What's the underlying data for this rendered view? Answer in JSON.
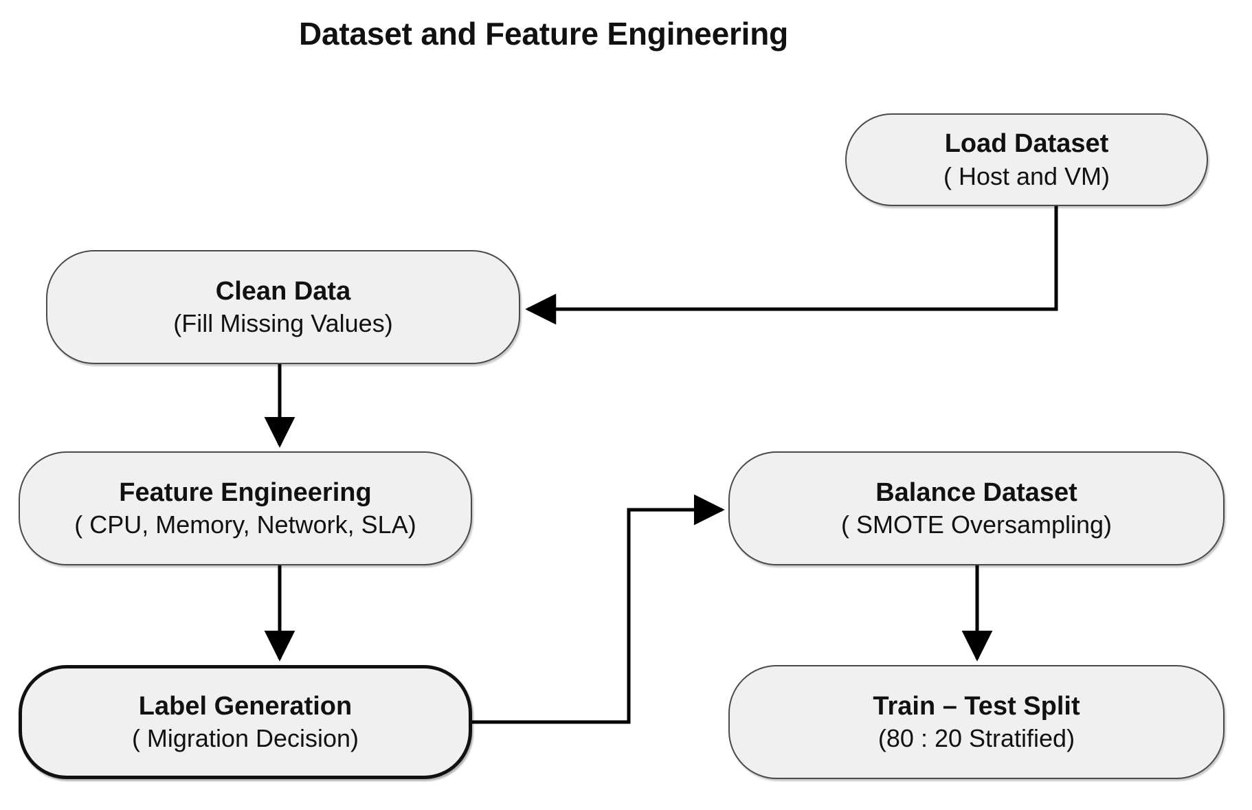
{
  "diagram": {
    "title": "Dataset and Feature Engineering",
    "background_color": "#ffffff",
    "node_fill_color": "#f0f0f0",
    "node_border_color": "#4a4a4a",
    "emphasis_border_color": "#111111",
    "edge_color": "#000000",
    "nodes": [
      {
        "id": "load-dataset",
        "title": "Load Dataset",
        "subtitle": "( Host and VM)",
        "emphasized": false
      },
      {
        "id": "clean-data",
        "title": "Clean Data",
        "subtitle": "(Fill Missing Values)",
        "emphasized": false
      },
      {
        "id": "feature-engineering",
        "title": "Feature Engineering",
        "subtitle": "( CPU, Memory, Network, SLA)",
        "emphasized": false
      },
      {
        "id": "label-generation",
        "title": "Label Generation",
        "subtitle": "( Migration Decision)",
        "emphasized": true
      },
      {
        "id": "balance-dataset",
        "title": "Balance Dataset",
        "subtitle": "( SMOTE Oversampling)",
        "emphasized": false
      },
      {
        "id": "train-test-split",
        "title": "Train – Test Split",
        "subtitle": "(80 : 20 Stratified)",
        "emphasized": false
      }
    ],
    "edges": [
      {
        "id": "edge-load-to-clean",
        "from": "load-dataset",
        "to": "clean-data",
        "style": "elbow-down-left",
        "arrow": "left"
      },
      {
        "id": "edge-clean-to-feature",
        "from": "clean-data",
        "to": "feature-engineering",
        "style": "straight-down",
        "arrow": "down"
      },
      {
        "id": "edge-feature-to-label",
        "from": "feature-engineering",
        "to": "label-generation",
        "style": "straight-down",
        "arrow": "down"
      },
      {
        "id": "edge-label-to-balance",
        "from": "label-generation",
        "to": "balance-dataset",
        "style": "elbow-right-up-right",
        "arrow": "right"
      },
      {
        "id": "edge-balance-to-split",
        "from": "balance-dataset",
        "to": "train-test-split",
        "style": "straight-down",
        "arrow": "down"
      }
    ]
  }
}
